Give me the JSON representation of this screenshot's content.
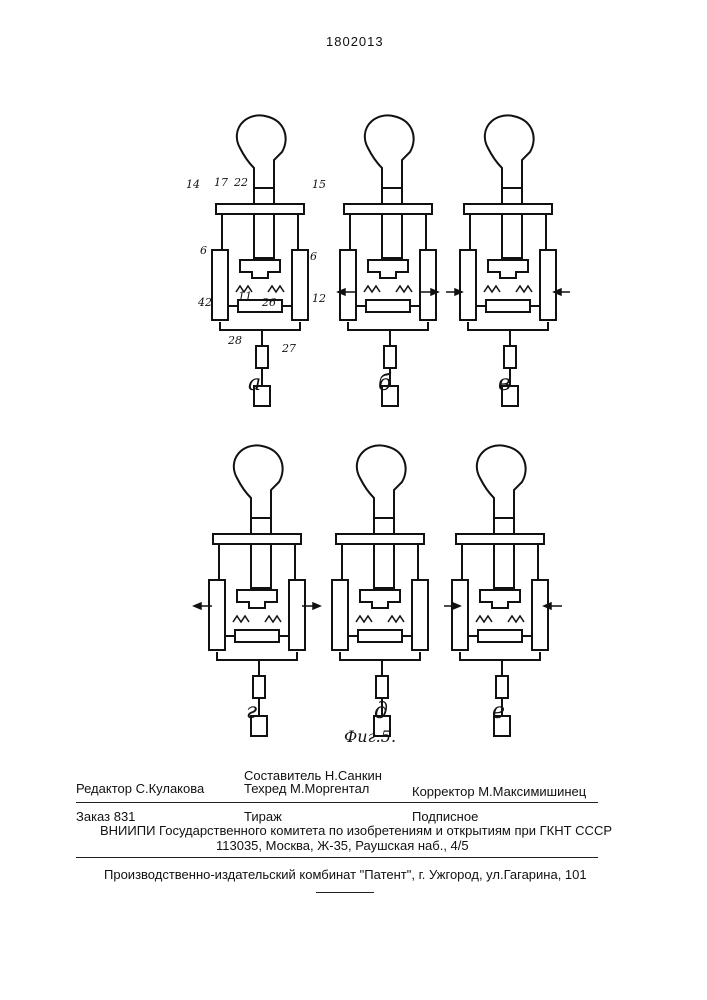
{
  "header": {
    "patent_number": "1802013"
  },
  "figure": {
    "caption": "Фиг.5.",
    "panels": [
      {
        "letter": "а"
      },
      {
        "letter": "б"
      },
      {
        "letter": "в"
      },
      {
        "letter": "г"
      },
      {
        "letter": "д"
      },
      {
        "letter": "е"
      }
    ],
    "reference_numerals": [
      "14",
      "17",
      "22",
      "15",
      "6",
      "6",
      "11",
      "42",
      "26",
      "12",
      "28",
      "27"
    ]
  },
  "footer": {
    "editor": "Редактор  С.Кулакова",
    "compiler": "Составитель Н.Санкин",
    "techred": "Техред М.Моргентал",
    "corrector": "Корректор  М.Максимишинец",
    "order": "Заказ  831",
    "circulation": "Тираж",
    "subscription": "Подписное",
    "org_line": "ВНИИПИ Государственного комитета по изобретениям и открытиям при ГКНТ СССР",
    "address_line": "113035, Москва, Ж-35, Раушская наб., 4/5",
    "publisher_line": "Производственно-издательский комбинат \"Патент\", г. Ужгород, ул.Гагарина, 101"
  }
}
